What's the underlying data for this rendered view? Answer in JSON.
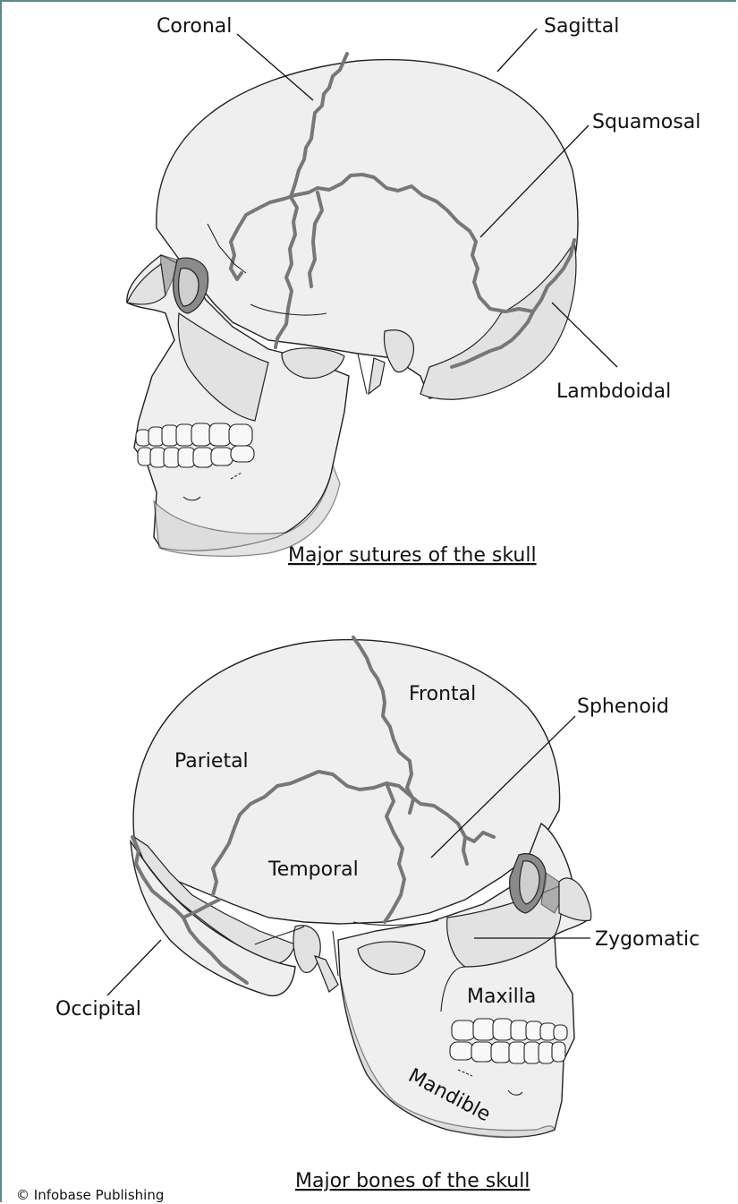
{
  "top_diagram": {
    "caption": "Major sutures of the skull",
    "labels": {
      "coronal": "Coronal",
      "sagittal": "Sagittal",
      "squamosal": "Squamosal",
      "lambdoidal": "Lambdoidal"
    }
  },
  "bottom_diagram": {
    "caption": "Major bones of the skull",
    "labels": {
      "frontal": "Frontal",
      "sphenoid": "Sphenoid",
      "parietal": "Parietal",
      "temporal": "Temporal",
      "zygomatic": "Zygomatic",
      "occipital": "Occipital",
      "maxilla": "Maxilla",
      "mandible": "Mandible"
    }
  },
  "copyright": "© Infobase Publishing",
  "colors": {
    "bone": "#efefef",
    "suture": "#777777",
    "frame": "#5a8a8a"
  }
}
